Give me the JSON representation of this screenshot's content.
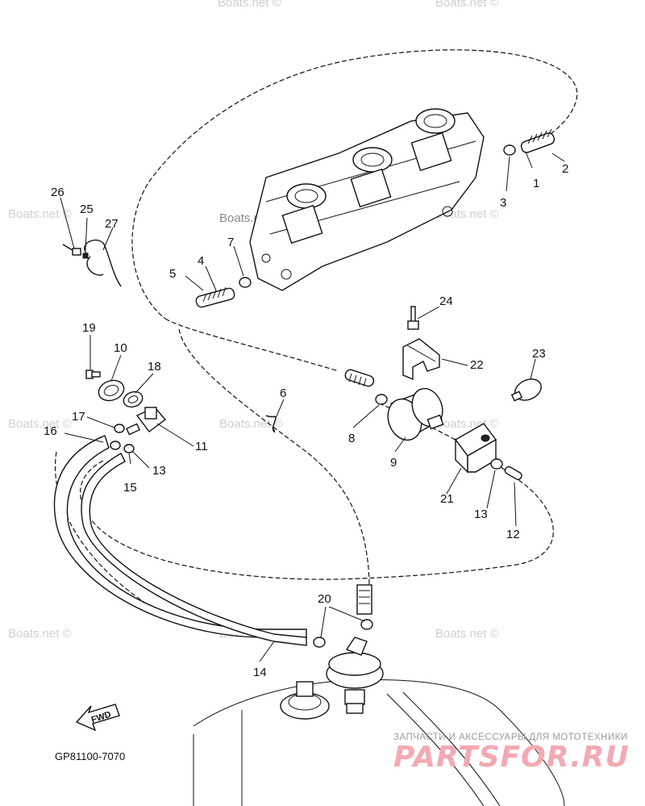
{
  "diagram_code": "GP81100-7070",
  "fwd_label": "FWD",
  "watermark_text": "Boats.net ©",
  "brand": {
    "tagline": "ЗАПЧАСТИ И АКСЕССУАРЫ ДЛЯ МОТОТЕХНИКИ",
    "name": "PARTSFOR.RU"
  },
  "callouts": [
    "1",
    "2",
    "3",
    "4",
    "5",
    "6",
    "7",
    "8",
    "9",
    "10",
    "11",
    "12",
    "13",
    "13",
    "14",
    "15",
    "16",
    "17",
    "18",
    "19",
    "20",
    "21",
    "22",
    "23",
    "24",
    "25",
    "26",
    "27"
  ],
  "colors": {
    "ink": "#111111",
    "watermark": "#cfcfcf",
    "brand": "#f3a9b2"
  }
}
